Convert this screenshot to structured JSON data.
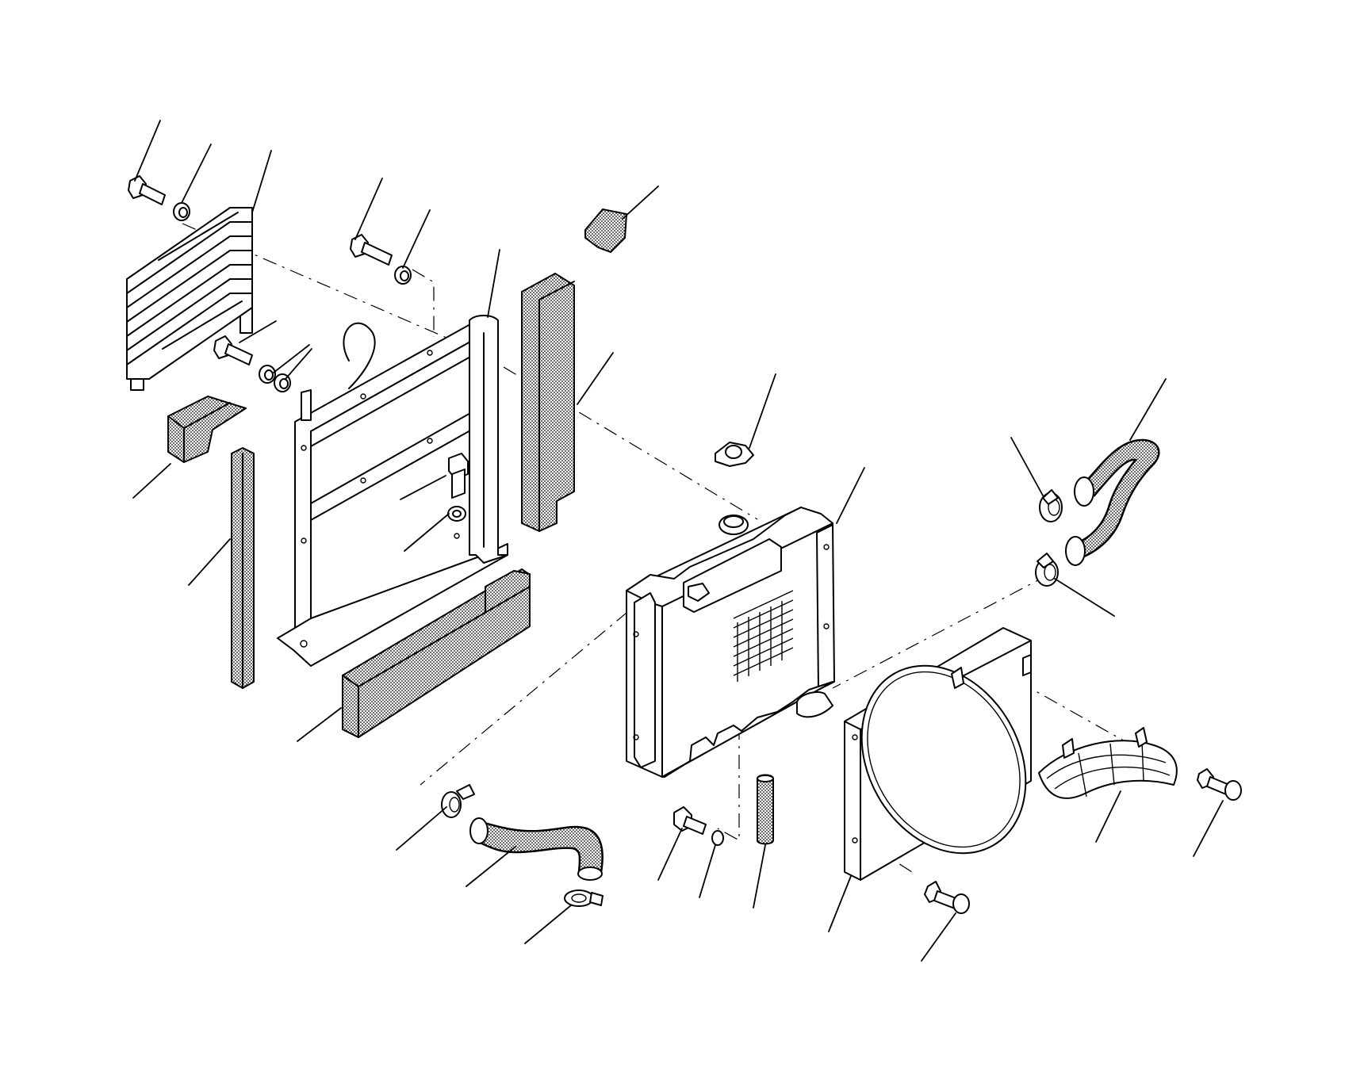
{
  "diagram": {
    "type": "exploded-parts-view",
    "line_color": "#000000",
    "background": "#ffffff",
    "parts": [
      {
        "id": "oil-cooler",
        "icon": "oil-cooler-icon"
      },
      {
        "id": "bolt-top-left",
        "icon": "bolt-icon"
      },
      {
        "id": "washer-top-left",
        "icon": "washer-icon"
      },
      {
        "id": "bolt-lower-left",
        "icon": "bolt-icon"
      },
      {
        "id": "washer-pair-left",
        "icon": "washer-icon"
      },
      {
        "id": "bolt-frame",
        "icon": "bolt-icon"
      },
      {
        "id": "washer-frame",
        "icon": "washer-icon"
      },
      {
        "id": "support-frame",
        "icon": "frame-icon"
      },
      {
        "id": "seal-small-block",
        "icon": "seal-icon"
      },
      {
        "id": "seal-vertical-strip",
        "icon": "seal-icon"
      },
      {
        "id": "seal-lower-block",
        "icon": "seal-icon"
      },
      {
        "id": "seal-tall-block",
        "icon": "seal-icon"
      },
      {
        "id": "seal-corner-piece",
        "icon": "seal-icon"
      },
      {
        "id": "radiator-cap",
        "icon": "cap-icon"
      },
      {
        "id": "radiator",
        "icon": "radiator-icon"
      },
      {
        "id": "upper-hose",
        "icon": "hose-icon"
      },
      {
        "id": "upper-hose-clamp-top",
        "icon": "clamp-icon"
      },
      {
        "id": "upper-hose-clamp-bottom",
        "icon": "clamp-icon"
      },
      {
        "id": "lower-hose",
        "icon": "hose-icon"
      },
      {
        "id": "lower-hose-clamp-left",
        "icon": "clamp-icon"
      },
      {
        "id": "lower-hose-clamp-bottom",
        "icon": "clamp-icon"
      },
      {
        "id": "drain-plug",
        "icon": "plug-icon"
      },
      {
        "id": "drain-plug-washer",
        "icon": "washer-icon"
      },
      {
        "id": "drain-tube",
        "icon": "tube-icon"
      },
      {
        "id": "fan-shroud",
        "icon": "shroud-icon"
      },
      {
        "id": "shroud-bolt",
        "icon": "bolt-icon"
      },
      {
        "id": "fan-guard",
        "icon": "guard-icon"
      },
      {
        "id": "guard-bolt",
        "icon": "bolt-icon"
      }
    ]
  }
}
